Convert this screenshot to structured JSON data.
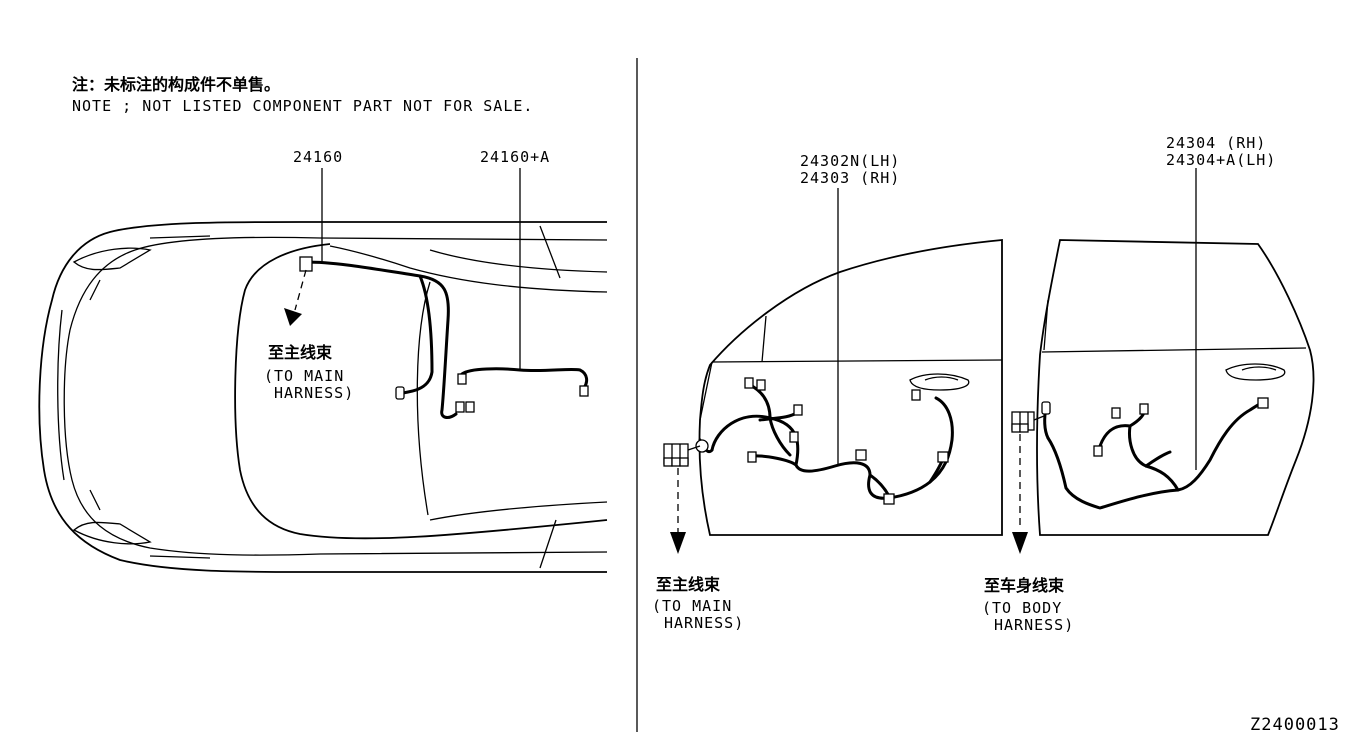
{
  "note": {
    "cn": "注：未标注的构成件不单售。",
    "en": "NOTE ; NOT LISTED COMPONENT PART NOT FOR SALE."
  },
  "callouts": {
    "roof_harness": "24160",
    "roof_harness_alt": "24160+A",
    "front_door_lh": "24302N(LH)",
    "front_door_rh": "24303 (RH)",
    "rear_door_rh": "24304   (RH)",
    "rear_door_lh": "24304+A(LH)"
  },
  "destinations": {
    "roof_main_cn": "至主线束",
    "roof_main_en_1": "(TO MAIN",
    "roof_main_en_2": "HARNESS)",
    "front_main_cn": "至主线束",
    "front_main_en_1": "(TO MAIN",
    "front_main_en_2": "HARNESS)",
    "rear_body_cn": "至车身线束",
    "rear_body_en_1": "(TO BODY",
    "rear_body_en_2": "HARNESS)"
  },
  "diagram_id": "Z2400013"
}
